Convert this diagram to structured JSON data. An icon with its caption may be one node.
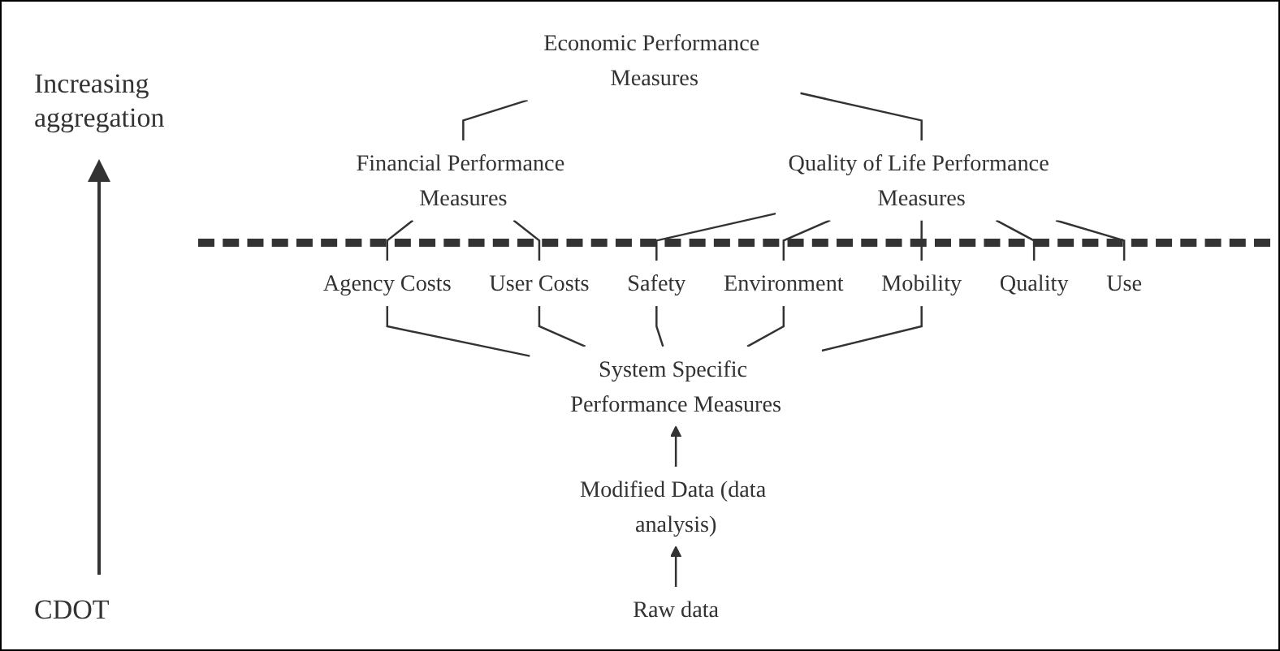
{
  "diagram": {
    "nodes": [
      {
        "text": [
          "Economic Performance Measures"
        ]
      },
      {
        "text": [
          "Financial Performance Measures"
        ]
      },
      {
        "text": [
          "Quality of Life Performance Measures"
        ]
      },
      {
        "text": [
          "Agency Costs"
        ]
      },
      {
        "text": [
          "User Costs"
        ]
      },
      {
        "text": [
          "Safety"
        ]
      },
      {
        "text": [
          "Environment"
        ]
      },
      {
        "text": [
          "Mobility"
        ]
      },
      {
        "text": [
          "Quality"
        ]
      },
      {
        "text": [
          "Use"
        ]
      },
      {
        "text": [
          "System Specific Performance Measures"
        ]
      },
      {
        "text": [
          "Modified Data (data analysis)"
        ]
      },
      {
        "text": [
          "Raw data"
        ]
      }
    ],
    "edges": [
      {
        "from": 0,
        "to": 1,
        "arrow": "none"
      },
      {
        "from": 0,
        "to": 2,
        "arrow": "none"
      },
      {
        "from": 1,
        "to": 3,
        "arrow": "none"
      },
      {
        "from": 1,
        "to": 4,
        "arrow": "none"
      },
      {
        "from": 2,
        "to": 5,
        "arrow": "none"
      },
      {
        "from": 2,
        "to": 6,
        "arrow": "none"
      },
      {
        "from": 2,
        "to": 7,
        "arrow": "none"
      },
      {
        "from": 2,
        "to": 8,
        "arrow": "none"
      },
      {
        "from": 2,
        "to": 9,
        "arrow": "none"
      },
      {
        "from": 3,
        "to": 10,
        "arrow": "none"
      },
      {
        "from": 4,
        "to": 10,
        "arrow": "none"
      },
      {
        "from": 5,
        "to": 10,
        "arrow": "none"
      },
      {
        "from": 6,
        "to": 10,
        "arrow": "none"
      },
      {
        "from": 7,
        "to": 10,
        "arrow": "none"
      },
      {
        "from": 11,
        "to": 10,
        "arrow": "to"
      },
      {
        "from": 12,
        "to": 11,
        "arrow": "to"
      }
    ],
    "labels": [
      "Increasing aggregation",
      "CDOT"
    ]
  }
}
